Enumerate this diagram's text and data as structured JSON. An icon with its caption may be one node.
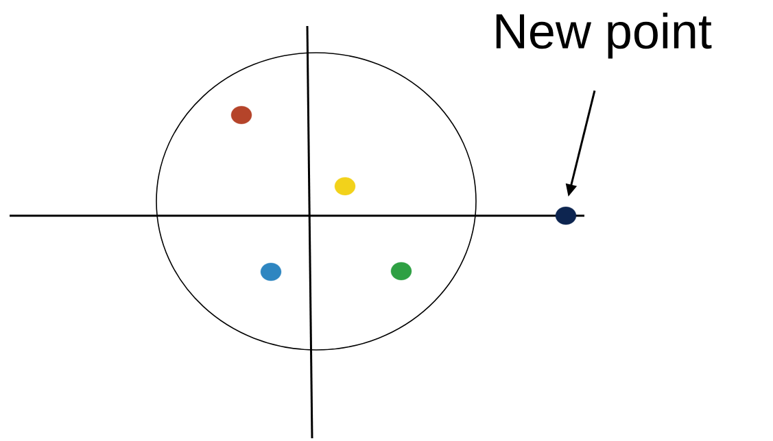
{
  "diagram": {
    "nodes": [
      {
        "text": [
          "New point"
        ]
      },
      {
        "text": [],
        "shape": "circle"
      },
      {
        "text": [],
        "shape": "circle"
      },
      {
        "text": [],
        "shape": "circle"
      },
      {
        "text": [],
        "shape": "circle"
      },
      {
        "text": [],
        "shape": "circle"
      }
    ],
    "edges": [
      {
        "from": 0,
        "to": 5,
        "arrow": "to"
      }
    ]
  }
}
